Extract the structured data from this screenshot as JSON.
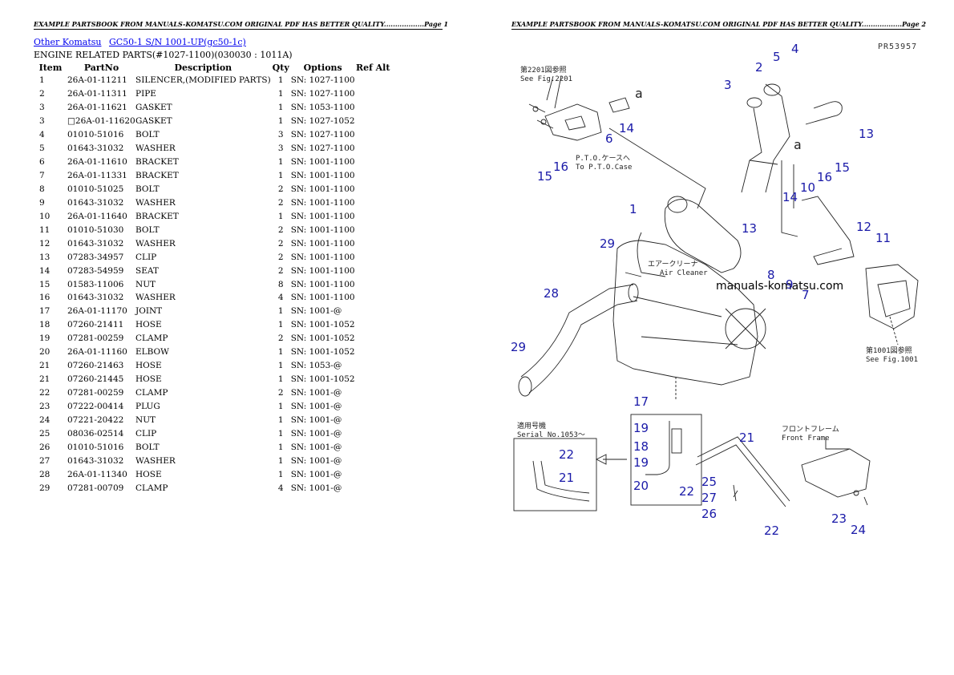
{
  "header": {
    "page1": "EXAMPLE PARTSBOOK FROM MANUALS-KOMATSU.COM ORIGINAL PDF HAS BETTER QUALITY..................Page 1",
    "page2": "EXAMPLE PARTSBOOK FROM MANUALS-KOMATSU.COM ORIGINAL PDF HAS BETTER QUALITY..................Page 2"
  },
  "breadcrumb": {
    "link1": "Other Komatsu",
    "link2": "GC50-1 S/N 1001-UP(gc50-1c)"
  },
  "section_title": "ENGINE RELATED PARTS(#1027-1100)(030030 : 1011A)",
  "table": {
    "headers": {
      "item": "Item",
      "partno": "PartNo",
      "description": "Description",
      "qty": "Qty",
      "options": "Options",
      "refalt": "Ref Alt"
    },
    "rows": [
      {
        "item": "1",
        "part": "26A-01-11211",
        "desc": "SILENCER,(MODIFIED PARTS)",
        "qty": "1",
        "opt": "SN: 1027-1100"
      },
      {
        "item": "2",
        "part": "26A-01-11311",
        "desc": "PIPE",
        "qty": "1",
        "opt": "SN: 1027-1100"
      },
      {
        "item": "3",
        "part": "26A-01-11621",
        "desc": "GASKET",
        "qty": "1",
        "opt": "SN: 1053-1100"
      },
      {
        "item": "3",
        "part": "□26A-01-11620",
        "desc": "GASKET",
        "qty": "1",
        "opt": "SN: 1027-1052"
      },
      {
        "item": "4",
        "part": "01010-51016",
        "desc": "BOLT",
        "qty": "3",
        "opt": "SN: 1027-1100"
      },
      {
        "item": "5",
        "part": "01643-31032",
        "desc": "WASHER",
        "qty": "3",
        "opt": "SN: 1027-1100"
      },
      {
        "item": "6",
        "part": "26A-01-11610",
        "desc": "BRACKET",
        "qty": "1",
        "opt": "SN: 1001-1100"
      },
      {
        "item": "7",
        "part": "26A-01-11331",
        "desc": "BRACKET",
        "qty": "1",
        "opt": "SN: 1001-1100"
      },
      {
        "item": "8",
        "part": "01010-51025",
        "desc": "BOLT",
        "qty": "2",
        "opt": "SN: 1001-1100"
      },
      {
        "item": "9",
        "part": "01643-31032",
        "desc": "WASHER",
        "qty": "2",
        "opt": "SN: 1001-1100"
      },
      {
        "item": "10",
        "part": "26A-01-11640",
        "desc": "BRACKET",
        "qty": "1",
        "opt": "SN: 1001-1100"
      },
      {
        "item": "11",
        "part": "01010-51030",
        "desc": "BOLT",
        "qty": "2",
        "opt": "SN: 1001-1100"
      },
      {
        "item": "12",
        "part": "01643-31032",
        "desc": "WASHER",
        "qty": "2",
        "opt": "SN: 1001-1100"
      },
      {
        "item": "13",
        "part": "07283-34957",
        "desc": "CLIP",
        "qty": "2",
        "opt": "SN: 1001-1100"
      },
      {
        "item": "14",
        "part": "07283-54959",
        "desc": "SEAT",
        "qty": "2",
        "opt": "SN: 1001-1100"
      },
      {
        "item": "15",
        "part": "01583-11006",
        "desc": "NUT",
        "qty": "8",
        "opt": "SN: 1001-1100"
      },
      {
        "item": "16",
        "part": "01643-31032",
        "desc": "WASHER",
        "qty": "4",
        "opt": "SN: 1001-1100"
      },
      {
        "item": "17",
        "part": "26A-01-11170",
        "desc": "JOINT",
        "qty": "1",
        "opt": "SN: 1001-@"
      },
      {
        "item": "18",
        "part": "07260-21411",
        "desc": "HOSE",
        "qty": "1",
        "opt": "SN: 1001-1052"
      },
      {
        "item": "19",
        "part": "07281-00259",
        "desc": "CLAMP",
        "qty": "2",
        "opt": "SN: 1001-1052"
      },
      {
        "item": "20",
        "part": "26A-01-11160",
        "desc": "ELBOW",
        "qty": "1",
        "opt": "SN: 1001-1052"
      },
      {
        "item": "21",
        "part": "07260-21463",
        "desc": "HOSE",
        "qty": "1",
        "opt": "SN: 1053-@"
      },
      {
        "item": "21",
        "part": "07260-21445",
        "desc": "HOSE",
        "qty": "1",
        "opt": "SN: 1001-1052"
      },
      {
        "item": "22",
        "part": "07281-00259",
        "desc": "CLAMP",
        "qty": "2",
        "opt": "SN: 1001-@"
      },
      {
        "item": "23",
        "part": "07222-00414",
        "desc": "PLUG",
        "qty": "1",
        "opt": "SN: 1001-@"
      },
      {
        "item": "24",
        "part": "07221-20422",
        "desc": "NUT",
        "qty": "1",
        "opt": "SN: 1001-@"
      },
      {
        "item": "25",
        "part": "08036-02514",
        "desc": "CLIP",
        "qty": "1",
        "opt": "SN: 1001-@"
      },
      {
        "item": "26",
        "part": "01010-51016",
        "desc": "BOLT",
        "qty": "1",
        "opt": "SN: 1001-@"
      },
      {
        "item": "27",
        "part": "01643-31032",
        "desc": "WASHER",
        "qty": "1",
        "opt": "SN: 1001-@"
      },
      {
        "item": "28",
        "part": "26A-01-11340",
        "desc": "HOSE",
        "qty": "1",
        "opt": "SN: 1001-@"
      },
      {
        "item": "29",
        "part": "07281-00709",
        "desc": "CLAMP",
        "qty": "4",
        "opt": "SN: 1001-@"
      }
    ]
  },
  "diagram": {
    "fig_code": "PR53957",
    "watermark": "manuals-komatsu.com",
    "notes": {
      "see2201_jp": "第2201図参照",
      "see2201_en": "See Fig.2201",
      "pto_jp": "P.T.O.ケースへ",
      "pto_en": "To P.T.O.Case",
      "air_jp": "エアークリーナ",
      "air_en": "Air Cleaner",
      "see1001_jp": "第1001図参照",
      "see1001_en": "See Fig.1001",
      "serial_jp": "適用号機",
      "serial_en": "Serial No.1053～",
      "frame_jp": "フロントフレーム",
      "frame_en": "Front Frame",
      "letter_a": "a"
    },
    "callouts": {
      "c1": "1",
      "c2": "2",
      "c3": "3",
      "c4": "4",
      "c5": "5",
      "c6": "6",
      "c7": "7",
      "c8": "8",
      "c9": "9",
      "c10": "10",
      "c11": "11",
      "c12": "12",
      "c13a": "13",
      "c13b": "13",
      "c14a": "14",
      "c14b": "14",
      "c15a": "15",
      "c15b": "15",
      "c16a": "16",
      "c16b": "16",
      "c17": "17",
      "c18": "18",
      "c19a": "19",
      "c19b": "19",
      "c20": "20",
      "c21a": "21",
      "c21b": "21",
      "c22a": "22",
      "c22b": "22",
      "c22c": "22",
      "c23": "23",
      "c24": "24",
      "c25": "25",
      "c26": "26",
      "c27": "27",
      "c28": "28",
      "c29a": "29",
      "c29b": "29"
    }
  }
}
